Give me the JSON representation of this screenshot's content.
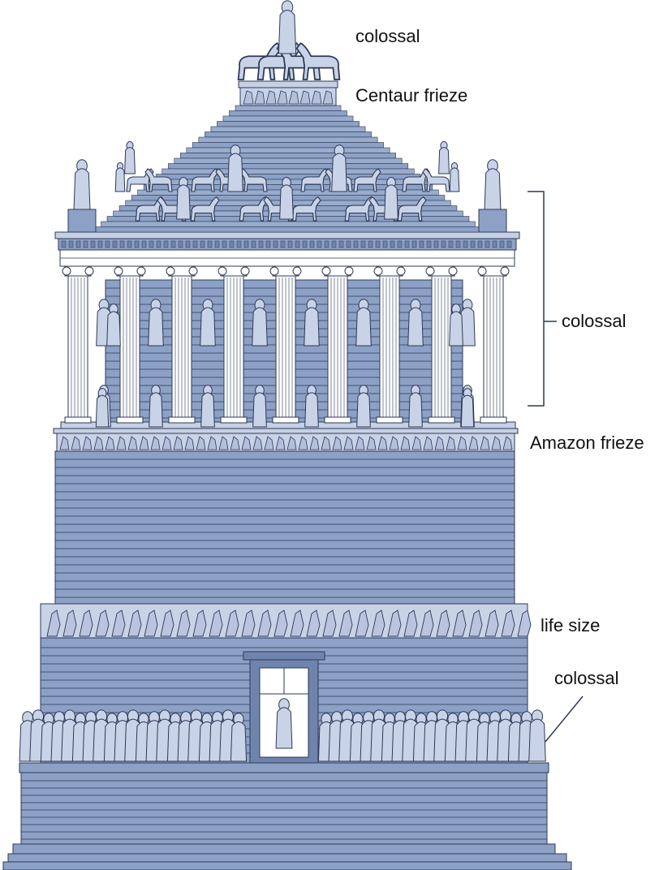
{
  "labels": {
    "top_statue": "colossal",
    "centaur_frieze": "Centaur frieze",
    "colonnade_statues": "colossal",
    "amazon_frieze": "Amazon frieze",
    "upper_podium_frieze": "life size",
    "lower_podium_statues": "colossal"
  },
  "colors": {
    "stone": "#8da1c6",
    "stone_dark": "#6f84ad",
    "stone_light": "#c6d1e6",
    "sculpture": "#c9d3e8",
    "outline": "#2d3a55",
    "white": "#ffffff"
  }
}
